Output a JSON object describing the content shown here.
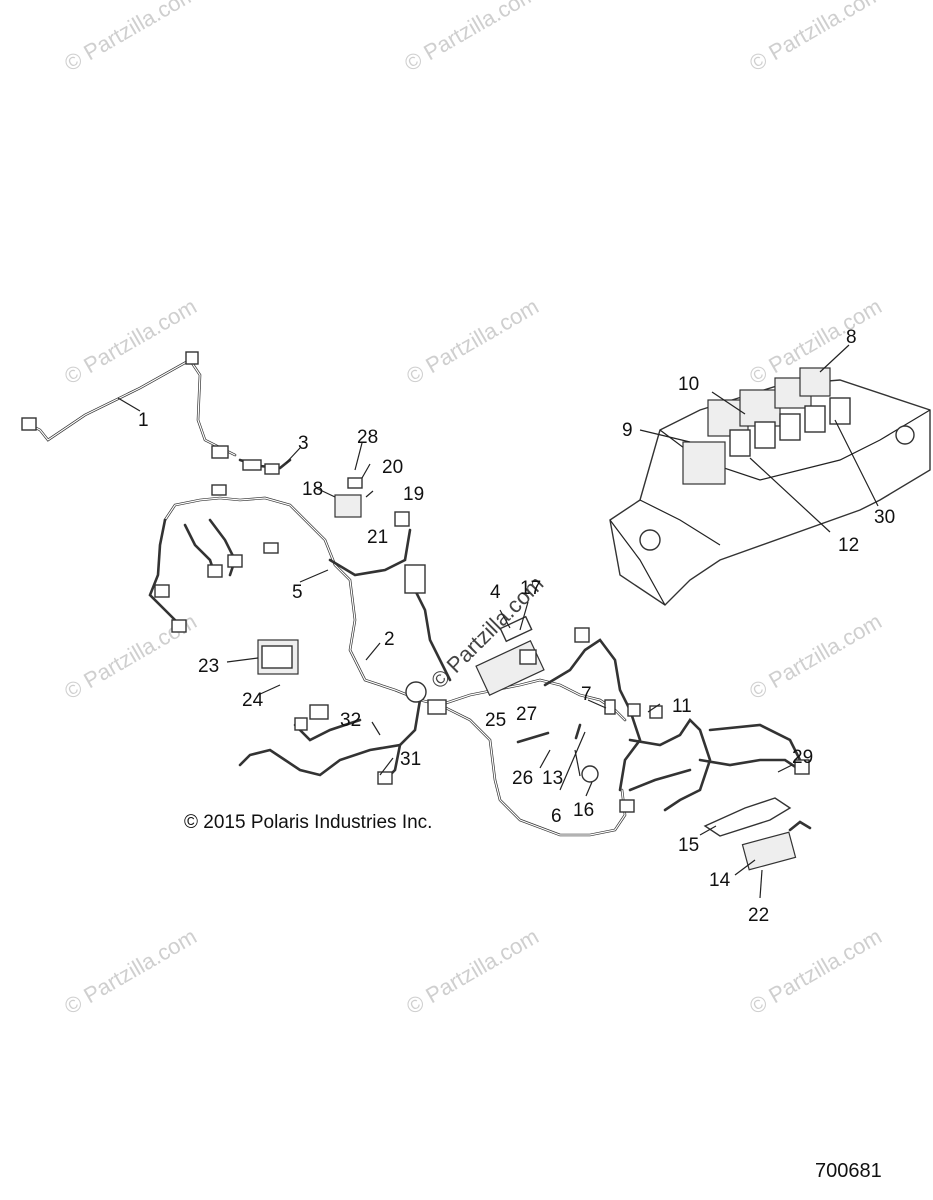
{
  "copyright": "© 2015 Polaris Industries Inc.",
  "diagram_id": "700681",
  "watermark": "© Partzilla.com",
  "callouts": [
    {
      "id": "1",
      "text": "1"
    },
    {
      "id": "2",
      "text": "2"
    },
    {
      "id": "3",
      "text": "3"
    },
    {
      "id": "4",
      "text": "4"
    },
    {
      "id": "5",
      "text": "5"
    },
    {
      "id": "6",
      "text": "6"
    },
    {
      "id": "7",
      "text": "7"
    },
    {
      "id": "8",
      "text": "8"
    },
    {
      "id": "9",
      "text": "9"
    },
    {
      "id": "10",
      "text": "10"
    },
    {
      "id": "11",
      "text": "11"
    },
    {
      "id": "12",
      "text": "12"
    },
    {
      "id": "13",
      "text": "13"
    },
    {
      "id": "14",
      "text": "14"
    },
    {
      "id": "15",
      "text": "15"
    },
    {
      "id": "16",
      "text": "16"
    },
    {
      "id": "17",
      "text": "17"
    },
    {
      "id": "18",
      "text": "18"
    },
    {
      "id": "19",
      "text": "19"
    },
    {
      "id": "20",
      "text": "20"
    },
    {
      "id": "21",
      "text": "21"
    },
    {
      "id": "22",
      "text": "22"
    },
    {
      "id": "23",
      "text": "23"
    },
    {
      "id": "24",
      "text": "24"
    },
    {
      "id": "25",
      "text": "25"
    },
    {
      "id": "26",
      "text": "26"
    },
    {
      "id": "27",
      "text": "27"
    },
    {
      "id": "28",
      "text": "28"
    },
    {
      "id": "29",
      "text": "29"
    },
    {
      "id": "30",
      "text": "30"
    },
    {
      "id": "31",
      "text": "31"
    },
    {
      "id": "32",
      "text": "32"
    }
  ]
}
